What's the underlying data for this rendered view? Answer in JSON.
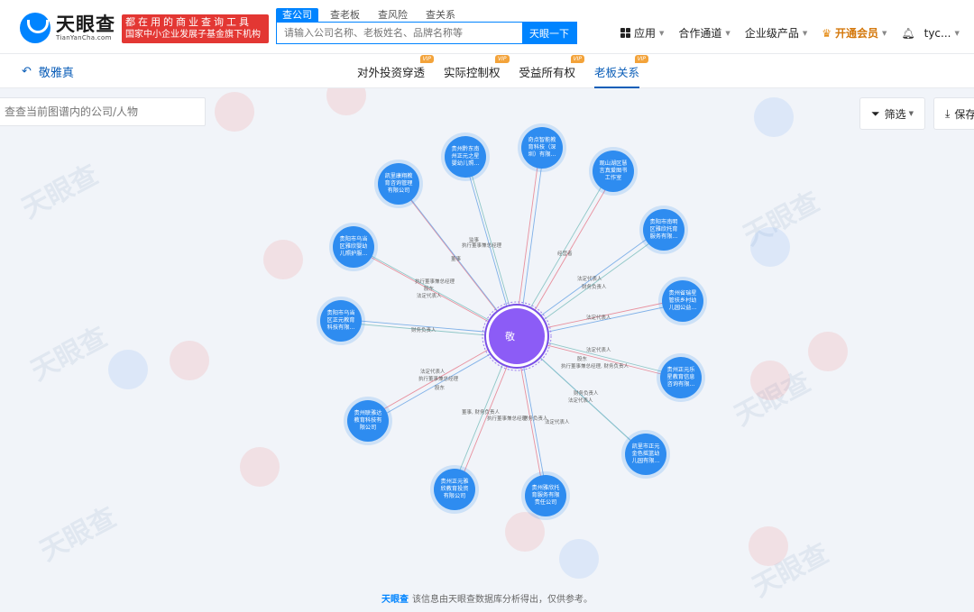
{
  "header": {
    "logo_cn": "天眼查",
    "logo_en": "TianYanCha.com",
    "slogan_line1": "都在用的商业查询工具",
    "slogan_line2": "国家中小企业发展子基金旗下机构",
    "search_tabs": [
      "查公司",
      "查老板",
      "查风险",
      "查关系"
    ],
    "search_placeholder": "请输入公司名称、老板姓名、品牌名称等",
    "search_button": "天眼一下",
    "nav": {
      "apps": "应用",
      "channel": "合作通道",
      "enterprise": "企业级产品",
      "vip": "开通会员",
      "user": "tyc..."
    }
  },
  "subbar": {
    "back_name": "敬雅真",
    "tabs": [
      {
        "label": "对外投资穿透",
        "vip": "VIP"
      },
      {
        "label": "实际控制权",
        "vip": "VIP"
      },
      {
        "label": "受益所有权",
        "vip": "VIP"
      },
      {
        "label": "老板关系",
        "vip": "VIP"
      }
    ]
  },
  "graph": {
    "search_placeholder": "查查当前图谱内的公司/人物",
    "filter_label": "筛选",
    "save_label": "保存",
    "center_label": "敬",
    "watermark": "天眼查",
    "nodes": [
      {
        "label": "奇点智能教育科技（深圳）有限..."
      },
      {
        "label": "贵州黔东南州正元之星婴幼儿照..."
      },
      {
        "label": "观山湖区慧言真爱图书工作室"
      },
      {
        "label": "凯里康翔教育咨询管理有限公司"
      },
      {
        "label": "贵阳市南明区雅欣托育服务有限..."
      },
      {
        "label": "贵阳市乌当区雅欣婴幼儿照护服..."
      },
      {
        "label": "贵州省瑞星管扶乡村幼儿园公益..."
      },
      {
        "label": "贵阳市乌当区正元教育科技有限..."
      },
      {
        "label": "贵州正元乐星教育信息咨询有限..."
      },
      {
        "label": "贵州联雅达教育科技有限公司"
      },
      {
        "label": "凯里市正元金色摇篮幼儿园有限..."
      },
      {
        "label": "贵州正元雅欣教育投资有限公司"
      },
      {
        "label": "贵州雅欣托育服务有限责任公司"
      }
    ],
    "edge_labels": [
      "执行董事兼总经理",
      "董事",
      "监事",
      "经营者",
      "法定代表人",
      "财务负责人",
      "法定代表人",
      "执行董事兼总经理",
      "股东",
      "法定代表人",
      "财务负责人",
      "法定代表人",
      "股东",
      "执行董事兼总经理, 财务负责人",
      "财务负责人",
      "法定代表人",
      "法定代表人",
      "执行董事兼总经理",
      "股东",
      "董事, 财务负责人",
      "执行董事兼总经理",
      "财务负责人",
      "法定代表人"
    ]
  },
  "footer": {
    "logo": "天眼查",
    "text": "该信息由天眼查数据库分析得出，仅供参考。"
  }
}
